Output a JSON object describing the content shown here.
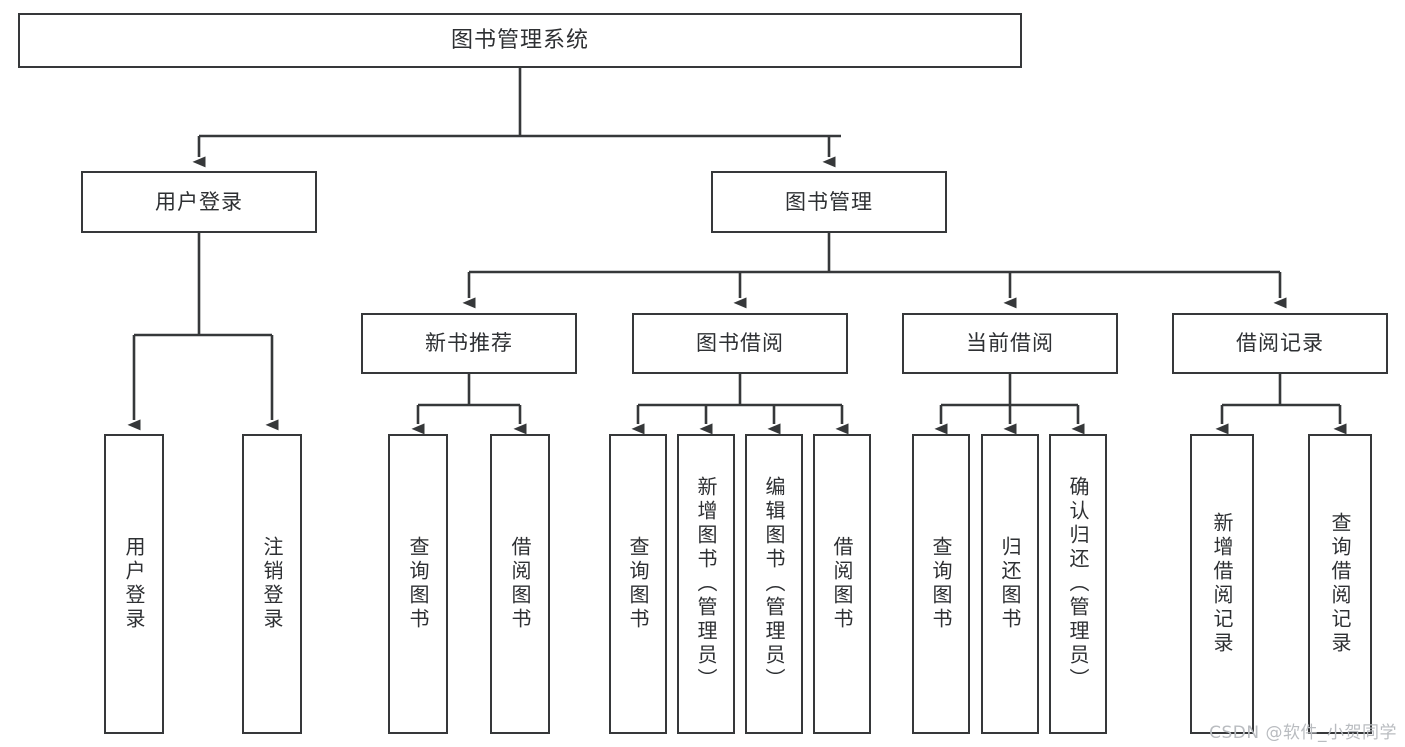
{
  "diagram": {
    "title": "图书管理系统",
    "type": "tree-hierarchy-chart",
    "watermark": "CSDN @软件_小贺同学",
    "colors": {
      "border": "#36383a",
      "fill": "#ffffff",
      "text": "#2e3033",
      "watermark": "#b9bcc0"
    },
    "root": {
      "label": "图书管理系统"
    },
    "level2": [
      {
        "label": "用户登录"
      },
      {
        "label": "图书管理"
      }
    ],
    "level3": [
      {
        "label": "新书推荐"
      },
      {
        "label": "图书借阅"
      },
      {
        "label": "当前借阅"
      },
      {
        "label": "借阅记录"
      }
    ],
    "leaves": {
      "user_login": [
        {
          "label": "用户登录"
        },
        {
          "label": "注销登录"
        }
      ],
      "new_book_recommend": [
        {
          "label": "查询图书"
        },
        {
          "label": "借阅图书"
        }
      ],
      "book_borrow": [
        {
          "label": "查询图书"
        },
        {
          "label": "新增图书（管理员）"
        },
        {
          "label": "编辑图书（管理员）"
        },
        {
          "label": "借阅图书"
        }
      ],
      "current_borrow": [
        {
          "label": "查询图书"
        },
        {
          "label": "归还图书"
        },
        {
          "label": "确认归还（管理员）"
        }
      ],
      "borrow_record": [
        {
          "label": "新增借阅记录"
        },
        {
          "label": "查询借阅记录"
        }
      ]
    }
  }
}
